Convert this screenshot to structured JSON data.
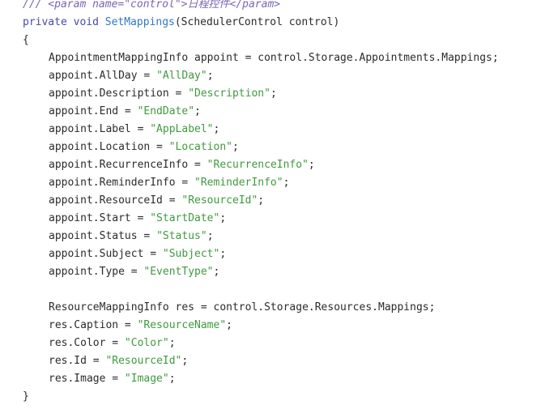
{
  "colors": {
    "background": "#ffffff",
    "text": "#2b2b2b",
    "comment": "#7b63b3",
    "keyword": "#4a4aa8",
    "method": "#2f77c7",
    "string": "#3f9a3f"
  },
  "code": {
    "comment": "/// <param name=\"control\">日程控件</param>",
    "signature": {
      "keywords": "private void",
      "method": "SetMappings",
      "params": "(SchedulerControl control)"
    },
    "open_brace": "{",
    "close_brace": "}",
    "appoint_decl": "AppointmentMappingInfo appoint = control.Storage.Appointments.Mappings;",
    "appoint_lines": [
      {
        "lhs": "appoint.AllDay = ",
        "val": "\"AllDay\"",
        "end": ";"
      },
      {
        "lhs": "appoint.Description = ",
        "val": "\"Description\"",
        "end": ";"
      },
      {
        "lhs": "appoint.End = ",
        "val": "\"EndDate\"",
        "end": ";"
      },
      {
        "lhs": "appoint.Label = ",
        "val": "\"AppLabel\"",
        "end": ";"
      },
      {
        "lhs": "appoint.Location = ",
        "val": "\"Location\"",
        "end": ";"
      },
      {
        "lhs": "appoint.RecurrenceInfo = ",
        "val": "\"RecurrenceInfo\"",
        "end": ";"
      },
      {
        "lhs": "appoint.ReminderInfo = ",
        "val": "\"ReminderInfo\"",
        "end": ";"
      },
      {
        "lhs": "appoint.ResourceId = ",
        "val": "\"ResourceId\"",
        "end": ";"
      },
      {
        "lhs": "appoint.Start = ",
        "val": "\"StartDate\"",
        "end": ";"
      },
      {
        "lhs": "appoint.Status = ",
        "val": "\"Status\"",
        "end": ";"
      },
      {
        "lhs": "appoint.Subject = ",
        "val": "\"Subject\"",
        "end": ";"
      },
      {
        "lhs": "appoint.Type = ",
        "val": "\"EventType\"",
        "end": ";"
      }
    ],
    "res_decl": "ResourceMappingInfo res = control.Storage.Resources.Mappings;",
    "res_lines": [
      {
        "lhs": "res.Caption = ",
        "val": "\"ResourceName\"",
        "end": ";"
      },
      {
        "lhs": "res.Color = ",
        "val": "\"Color\"",
        "end": ";"
      },
      {
        "lhs": "res.Id = ",
        "val": "\"ResourceId\"",
        "end": ";"
      },
      {
        "lhs": "res.Image = ",
        "val": "\"Image\"",
        "end": ";"
      }
    ]
  }
}
